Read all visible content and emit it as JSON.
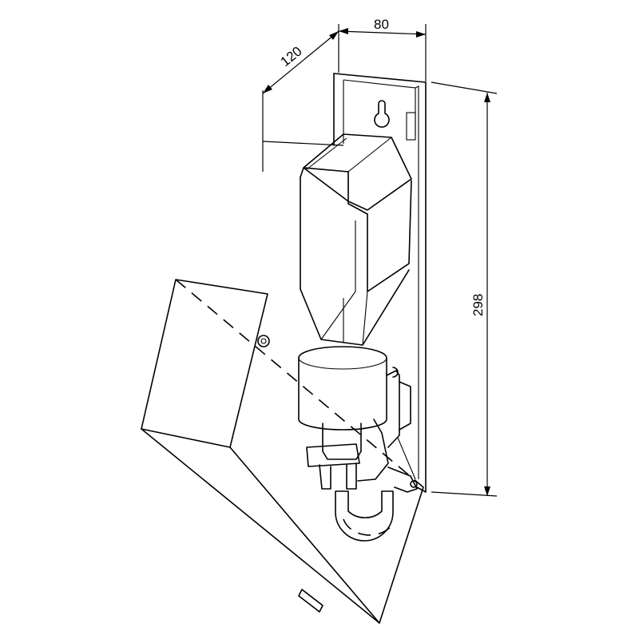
{
  "dimensions": {
    "width_label": "80",
    "depth_label": "120",
    "height_label": "298"
  }
}
